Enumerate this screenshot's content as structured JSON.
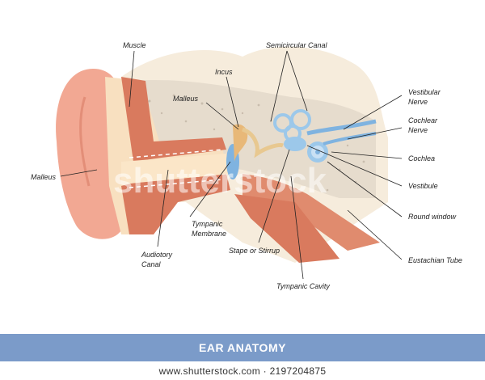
{
  "diagram": {
    "labels": {
      "muscle": "Muscle",
      "semicircular_canal": "Semicircular Canal",
      "incus": "Incus",
      "malleus_top": "Malleus",
      "vestibular_nerve_1": "Vestibular",
      "vestibular_nerve_2": "Nerve",
      "cochlear_nerve_1": "Cochlear",
      "cochlear_nerve_2": "Nerve",
      "cochlea": "Cochlea",
      "malleus_left": "Malleus",
      "vestibule": "Vestibule",
      "round_window": "Round window",
      "tympanic_membrane_1": "Tympanic",
      "tympanic_membrane_2": "Membrane",
      "stape": "Stape or Stirrup",
      "auditory_canal_1": "Audiotory",
      "auditory_canal_2": "Canal",
      "eustachian_tube": "Eustachian Tube",
      "tympanic_cavity": "Tympanic Cavity"
    }
  },
  "title": "EAR ANATOMY",
  "footer": "www.shutterstock.com · 2197204875",
  "watermark": "shutterstock",
  "colors": {
    "title_bar": "#7b9bc9",
    "skin": "#f2a893",
    "muscle": "#d97a5e",
    "bone": "#e8dccb",
    "background_tissue": "#f4ead9",
    "inner_ear_blue": "#9cc8ea"
  }
}
